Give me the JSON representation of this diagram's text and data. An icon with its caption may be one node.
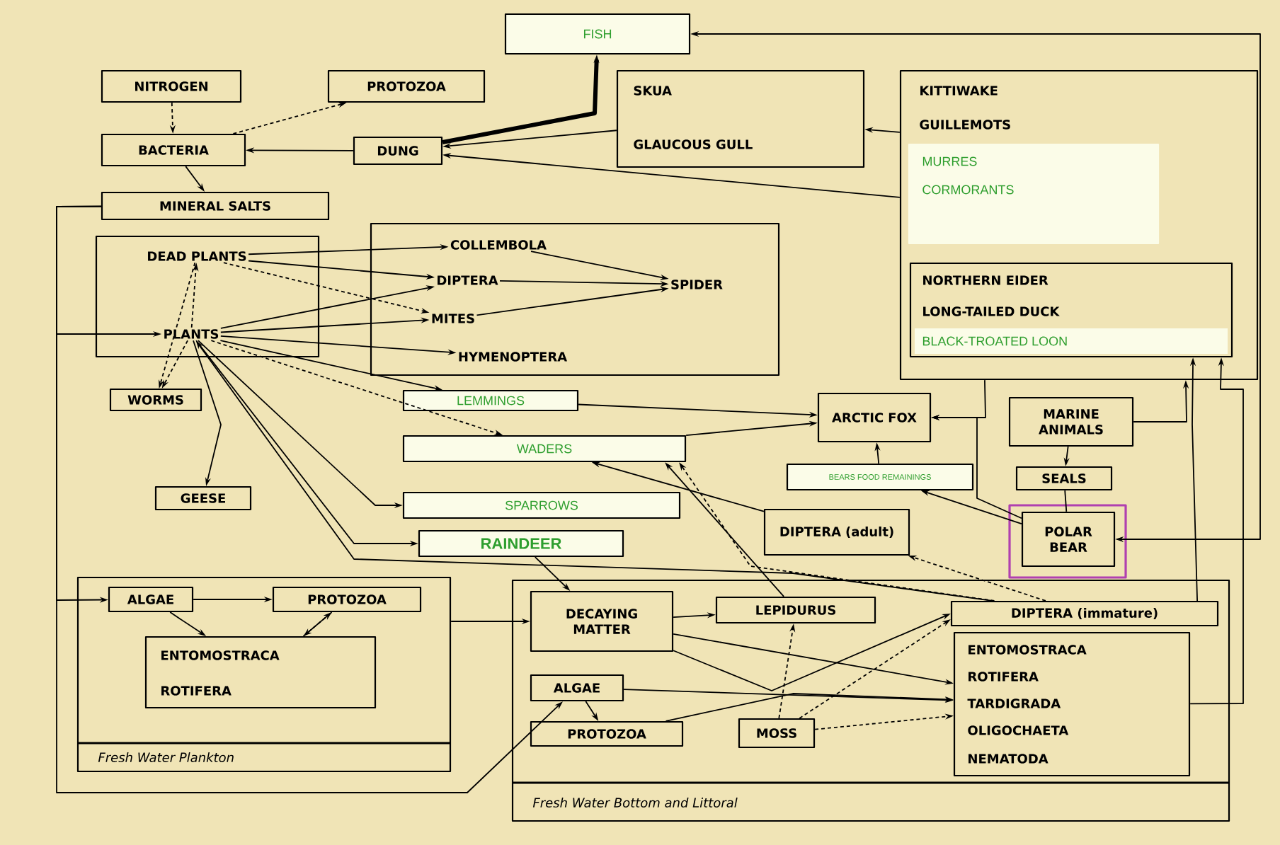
{
  "diagram": {
    "nodes": [
      {
        "text": [
          "FISH"
        ]
      },
      {
        "text": [
          "NITROGEN"
        ]
      },
      {
        "text": [
          "PROTOZOA"
        ]
      },
      {
        "text": [
          "BACTERIA"
        ]
      },
      {
        "text": [
          "DUNG"
        ]
      },
      {
        "text": [
          "SKUA",
          "GLAUCOUS GULL"
        ]
      },
      {
        "text": [
          "KITTIWAKE",
          "GUILLEMOTS"
        ]
      },
      {
        "text": [
          "MURRES",
          "CORMORANTS"
        ],
        "in": 6
      },
      {
        "text": [
          "NORTHERN EIDER",
          "LONG-TAILED DUCK",
          "BLACK-TROATED LOON"
        ],
        "in": 6
      },
      {
        "text": [
          "MINERAL SALTS"
        ]
      },
      {
        "text": [],
        "shape": "box"
      },
      {
        "text": [
          "DEAD PLANTS"
        ],
        "in": 10
      },
      {
        "text": [
          "PLANTS"
        ],
        "in": 10
      },
      {
        "text": [],
        "shape": "box"
      },
      {
        "text": [
          "COLLEMBOLA"
        ],
        "in": 13
      },
      {
        "text": [
          "DIPTERA"
        ],
        "in": 13
      },
      {
        "text": [
          "MITES"
        ],
        "in": 13
      },
      {
        "text": [
          "HYMENOPTERA"
        ],
        "in": 13
      },
      {
        "text": [
          "SPIDER"
        ],
        "in": 13
      },
      {
        "text": [
          "WORMS"
        ]
      },
      {
        "text": [
          "LEMMINGS"
        ]
      },
      {
        "text": [
          "ARCTIC FOX"
        ]
      },
      {
        "text": [
          "MARINE ANIMALS"
        ]
      },
      {
        "text": [
          "WADERS"
        ]
      },
      {
        "text": [
          "GEESE"
        ]
      },
      {
        "text": [
          "BEARS FOOD REMAININGS"
        ]
      },
      {
        "text": [
          "SEALS"
        ]
      },
      {
        "text": [
          "SPARROWS"
        ]
      },
      {
        "text": [
          "POLAR BEAR"
        ]
      },
      {
        "text": [
          "DIPTERA (adult)"
        ]
      },
      {
        "text": [
          "RAINDEER"
        ]
      },
      {
        "text": [
          "Fresh Water Plankton"
        ]
      },
      {
        "text": [
          "ALGAE"
        ],
        "in": 31
      },
      {
        "text": [
          "PROTOZOA"
        ],
        "in": 31
      },
      {
        "text": [
          "ENTOMOSTRACA",
          "ROTIFERA"
        ],
        "in": 31
      },
      {
        "text": [
          "Fresh Water Bottom and Littoral"
        ]
      },
      {
        "text": [
          "DECAYING MATTER"
        ],
        "in": 35
      },
      {
        "text": [
          "LEPIDURUS"
        ],
        "in": 35
      },
      {
        "text": [
          "DIPTERA (immature)"
        ],
        "in": 35
      },
      {
        "text": [
          "ENTOMOSTRACA",
          "ROTIFERA",
          "TARDIGRADA",
          "OLIGOCHAETA",
          "NEMATODA"
        ],
        "in": 35
      },
      {
        "text": [
          "ALGAE"
        ],
        "in": 35
      },
      {
        "text": [
          "PROTOZOA"
        ],
        "in": 35
      },
      {
        "text": [
          "MOSS"
        ],
        "in": 35
      }
    ],
    "edges": [
      {
        "from": 1,
        "to": 3,
        "arrow": "to",
        "style": "dashed"
      },
      {
        "from": 3,
        "to": 2,
        "arrow": "to",
        "style": "dashed"
      },
      {
        "from": 4,
        "to": 3,
        "arrow": "to"
      },
      {
        "from": 3,
        "to": 9,
        "arrow": "to"
      },
      {
        "from": 4,
        "to": 0,
        "arrow": "to",
        "style": "thick"
      },
      {
        "from": 5,
        "to": 4,
        "arrow": "to"
      },
      {
        "from": 6,
        "to": 4,
        "arrow": "to"
      },
      {
        "from": 6,
        "to": 5,
        "arrow": "to"
      },
      {
        "from": 0,
        "to": 28,
        "arrow": "both"
      },
      {
        "from": 9,
        "to": 12,
        "arrow": "to"
      },
      {
        "from": 9,
        "to": 32,
        "arrow": "to"
      },
      {
        "from": 9,
        "to": 40,
        "arrow": "to"
      },
      {
        "from": 12,
        "to": 11,
        "arrow": "to",
        "style": "dashed"
      },
      {
        "from": 11,
        "to": 19,
        "arrow": "to",
        "style": "dashed"
      },
      {
        "from": 12,
        "to": 19,
        "arrow": "to",
        "style": "dashed"
      },
      {
        "from": 11,
        "to": 14,
        "arrow": "to"
      },
      {
        "from": 11,
        "to": 15,
        "arrow": "to"
      },
      {
        "from": 11,
        "to": 16,
        "arrow": "to",
        "style": "dashed"
      },
      {
        "from": 12,
        "to": 15,
        "arrow": "to"
      },
      {
        "from": 12,
        "to": 16,
        "arrow": "to"
      },
      {
        "from": 12,
        "to": 17,
        "arrow": "to"
      },
      {
        "from": 12,
        "to": 20,
        "arrow": "to"
      },
      {
        "from": 12,
        "to": 23,
        "arrow": "to",
        "style": "dashed"
      },
      {
        "from": 12,
        "to": 27,
        "arrow": "to"
      },
      {
        "from": 12,
        "to": 30,
        "arrow": "to"
      },
      {
        "from": 12,
        "to": 24,
        "arrow": "to"
      },
      {
        "from": 14,
        "to": 18,
        "arrow": "to"
      },
      {
        "from": 15,
        "to": 18,
        "arrow": "to"
      },
      {
        "from": 16,
        "to": 18,
        "arrow": "to"
      },
      {
        "from": 20,
        "to": 21,
        "arrow": "to"
      },
      {
        "from": 23,
        "to": 21,
        "arrow": "to"
      },
      {
        "from": 6,
        "to": 21,
        "arrow": "to"
      },
      {
        "from": 22,
        "to": 6,
        "arrow": "to"
      },
      {
        "from": 22,
        "to": 26,
        "arrow": "to"
      },
      {
        "from": 28,
        "to": 25,
        "arrow": "to"
      },
      {
        "from": 25,
        "to": 21,
        "arrow": "to"
      },
      {
        "from": 26,
        "to": 28,
        "arrow": "none"
      },
      {
        "from": 28,
        "to": 21,
        "arrow": "to"
      },
      {
        "from": 29,
        "to": 23,
        "arrow": "to"
      },
      {
        "from": 37,
        "to": 23,
        "arrow": "to"
      },
      {
        "from": 38,
        "to": 12,
        "arrow": "to"
      },
      {
        "from": 38,
        "to": 29,
        "arrow": "to",
        "style": "dashed"
      },
      {
        "from": 38,
        "to": 8,
        "arrow": "to"
      },
      {
        "from": 30,
        "to": 36,
        "arrow": "to"
      },
      {
        "from": 31,
        "to": 36,
        "arrow": "to"
      },
      {
        "from": 32,
        "to": 33,
        "arrow": "to"
      },
      {
        "from": 32,
        "to": 34,
        "arrow": "to"
      },
      {
        "from": 33,
        "to": 34,
        "arrow": "to"
      },
      {
        "from": 34,
        "to": 33,
        "arrow": "to",
        "style": "dashed"
      },
      {
        "from": 36,
        "to": 37,
        "arrow": "to"
      },
      {
        "from": 36,
        "to": 39,
        "arrow": "to"
      },
      {
        "from": 40,
        "to": 39,
        "arrow": "to"
      },
      {
        "from": 41,
        "to": 39,
        "arrow": "to"
      },
      {
        "from": 36,
        "to": 38,
        "arrow": "to"
      },
      {
        "from": 40,
        "to": 41,
        "arrow": "to"
      },
      {
        "from": 42,
        "to": 39,
        "arrow": "to",
        "style": "dashed"
      },
      {
        "from": 42,
        "to": 37,
        "arrow": "to",
        "style": "dashed"
      },
      {
        "from": 42,
        "to": 38,
        "arrow": "to",
        "style": "dashed"
      },
      {
        "from": 39,
        "to": 8,
        "arrow": "to"
      },
      {
        "from": 38,
        "to": 23,
        "arrow": "to",
        "style": "dashed"
      }
    ]
  }
}
